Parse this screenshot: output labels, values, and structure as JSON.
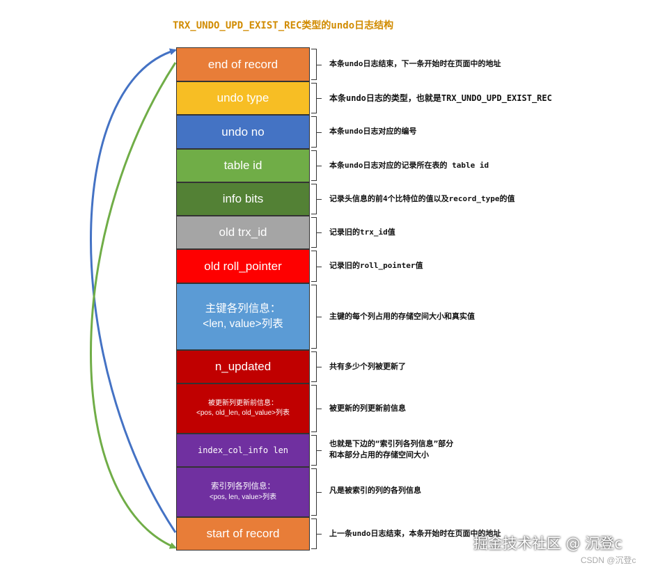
{
  "title": "TRX_UNDO_UPD_EXIST_REC类型的undo日志结构",
  "blocks": [
    {
      "label": "end of record",
      "label2": "",
      "color": "#e87d38",
      "desc": "本条undo日志结束，下一条开始时在页面中的地址",
      "desc2": ""
    },
    {
      "label": "undo type",
      "label2": "",
      "color": "#f7be24",
      "desc": "本条undo日志的类型，也就是TRX_UNDO_UPD_EXIST_REC",
      "desc2": ""
    },
    {
      "label": "undo no",
      "label2": "",
      "color": "#4473c4",
      "desc": "本条undo日志对应的编号",
      "desc2": ""
    },
    {
      "label": "table id",
      "label2": "",
      "color": "#70ad47",
      "desc": "本条undo日志对应的记录所在表的 table id",
      "desc2": ""
    },
    {
      "label": "info bits",
      "label2": "",
      "color": "#538135",
      "desc": "记录头信息的前4个比特位的值以及record_type的值",
      "desc2": ""
    },
    {
      "label": "old trx_id",
      "label2": "",
      "color": "#a5a5a5",
      "desc": "记录旧的trx_id值",
      "desc2": ""
    },
    {
      "label": "old roll_pointer",
      "label2": "",
      "color": "#fe0000",
      "desc": "记录旧的roll_pointer值",
      "desc2": ""
    },
    {
      "label": "主键各列信息：",
      "label2": "<len, value>列表",
      "color": "#5b9bd5",
      "desc": "主键的每个列占用的存储空间大小和真实值",
      "desc2": ""
    },
    {
      "label": "n_updated",
      "label2": "",
      "color": "#c00000",
      "desc": "共有多少个列被更新了",
      "desc2": ""
    },
    {
      "label": "被更新列更新前信息：",
      "label2": "<pos, old_len, old_value>列表",
      "color": "#c00000",
      "desc": "被更新的列更新前信息",
      "desc2": ""
    },
    {
      "label": "index_col_info len",
      "label2": "",
      "color": "#7030a0",
      "desc": "也就是下边的“索引列各列信息”部分",
      "desc2": "和本部分占用的存储空间大小"
    },
    {
      "label": "索引列各列信息：",
      "label2": "<pos, len, value>列表",
      "color": "#7030a0",
      "desc": "凡是被索引的列的各列信息",
      "desc2": ""
    },
    {
      "label": "start of record",
      "label2": "",
      "color": "#e87d38",
      "desc": "上一条undo日志结束，本条开始时在页面中的地址",
      "desc2": ""
    }
  ],
  "arrow_colors": {
    "blue": "#4472c4",
    "green": "#70ad47"
  },
  "watermark": "掘金技术社区 @ 沉登c",
  "watermark2": "CSDN @沉登c"
}
